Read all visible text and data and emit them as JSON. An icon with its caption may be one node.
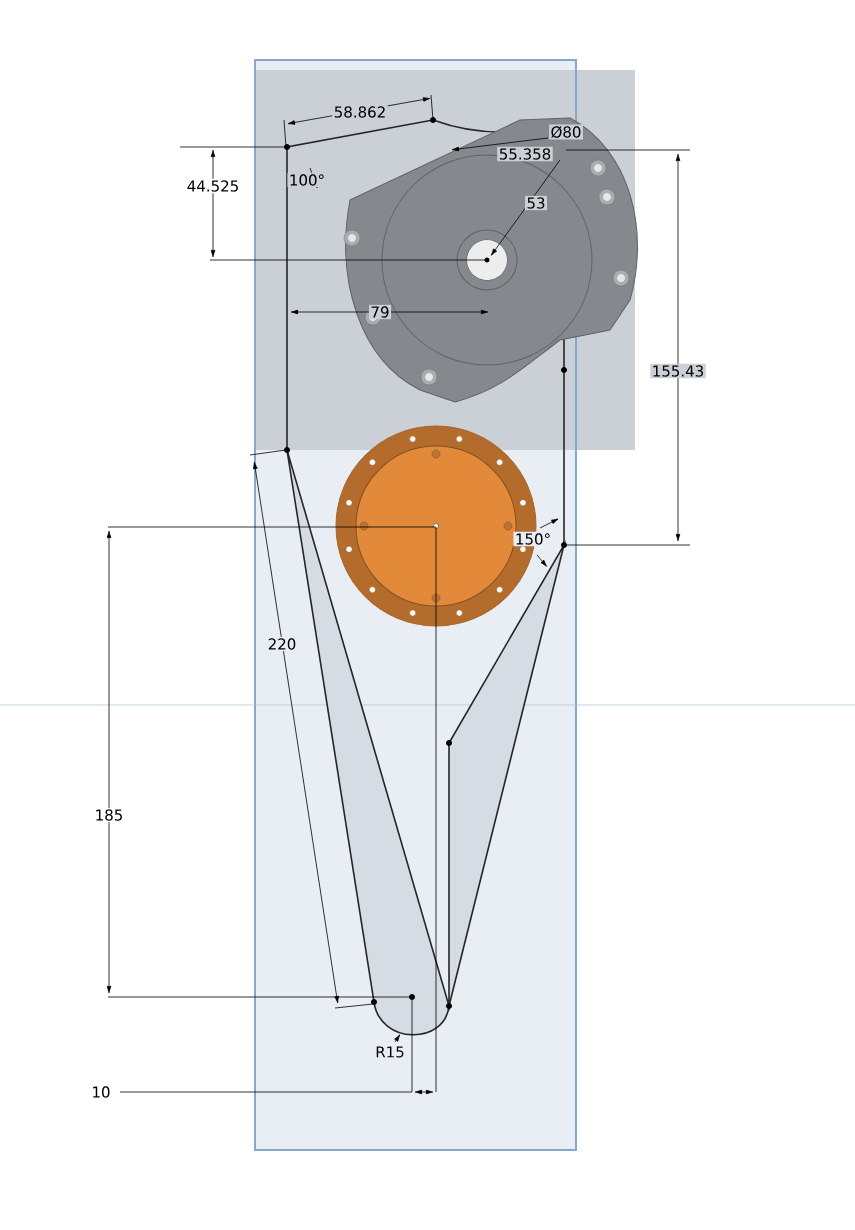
{
  "diagram": {
    "labels": [
      "58.862",
      "Ø80",
      "55.358",
      "44.525",
      "100°",
      "53",
      "79",
      "155.43",
      "150°",
      "220",
      "185",
      "R15",
      "10"
    ]
  }
}
